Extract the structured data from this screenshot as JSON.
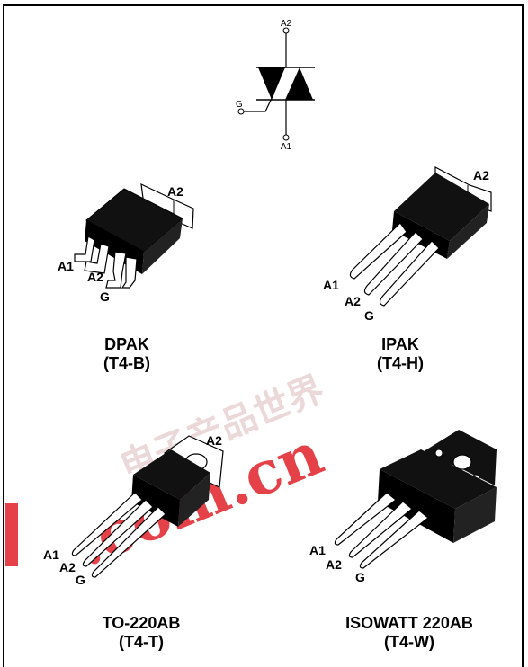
{
  "symbol": {
    "terminal_top": "A2",
    "terminal_bottom": "A1",
    "terminal_gate": "G"
  },
  "packages": [
    {
      "name": "DPAK",
      "code": "(T4-B)",
      "pins": [
        "A1",
        "A2",
        "G"
      ],
      "tab": "A2"
    },
    {
      "name": "IPAK",
      "code": "(T4-H)",
      "pins": [
        "A1",
        "A2",
        "G"
      ],
      "tab": "A2"
    },
    {
      "name": "TO-220AB",
      "code": "(T4-T)",
      "pins": [
        "A1",
        "A2",
        "G"
      ],
      "tab": "A2"
    },
    {
      "name": "ISOWATT 220AB",
      "code": "(T4-W)",
      "pins": [
        "A1",
        "A2",
        "G"
      ]
    }
  ],
  "watermark": {
    "chinese": "电子产品世界",
    "domain": ".com.cn",
    "color": "#e0202a"
  }
}
